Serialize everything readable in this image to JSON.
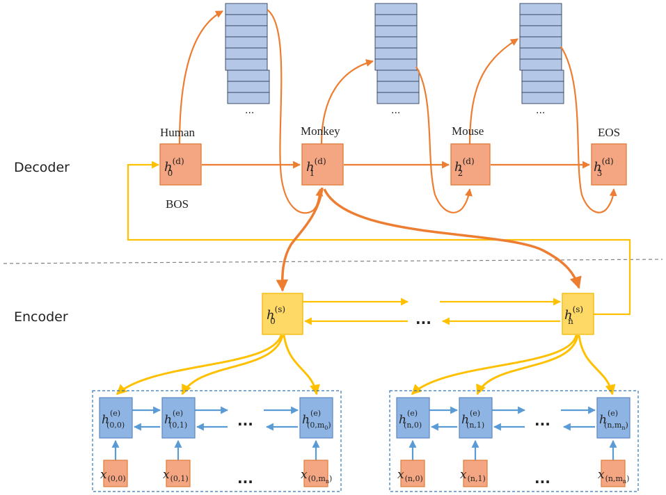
{
  "sections": {
    "decoder_label": "Decoder",
    "encoder_label": "Encoder"
  },
  "decoder": {
    "words": [
      "Human",
      "Monkey",
      "Mouse",
      "EOS"
    ],
    "start_token": "BOS",
    "state_symbol": "h",
    "state_superscript": "(d)",
    "state_indices": [
      "0",
      "1",
      "2",
      "3"
    ],
    "memory_ellipsis": "..."
  },
  "sentence_states": {
    "symbol": "h",
    "superscript": "(s)",
    "first_index": "0",
    "last_index": "n",
    "ellipsis": "..."
  },
  "word_encoders": [
    {
      "hidden_subscripts": [
        "(0,0)",
        "(0,1)",
        "(0,m",
        "0",
        ")"
      ],
      "input_subscripts": [
        "(0,0)",
        "(0,1)",
        "(0,m",
        "n",
        ")"
      ]
    },
    {
      "hidden_subscripts": [
        "(n,0)",
        "(n,1)",
        "(n,m",
        "n",
        ")"
      ],
      "input_subscripts": [
        "(n,0)",
        "(n,1)",
        "(n,m",
        "n",
        ")"
      ]
    }
  ],
  "word_encoder_symbols": {
    "hidden": "h",
    "hidden_superscript": "(e)",
    "input": "x",
    "ellipsis": "..."
  },
  "colors": {
    "decoder_box": "#f4a582",
    "decoder_border": "#e07b39",
    "decoder_arrow": "#ed7d31",
    "sentence_box": "#ffd966",
    "sentence_border": "#f2b800",
    "yellow_arrow": "#ffc000",
    "encoder_box": "#8eb4e3",
    "encoder_border": "#5b87c2",
    "encoder_arrow": "#5b9bd5",
    "memory_cell": "#b4c7e7",
    "memory_border": "#2f3f5c",
    "input_box": "#f4a582",
    "group_border": "#2e75b6",
    "separator": "#7f7f7f"
  }
}
